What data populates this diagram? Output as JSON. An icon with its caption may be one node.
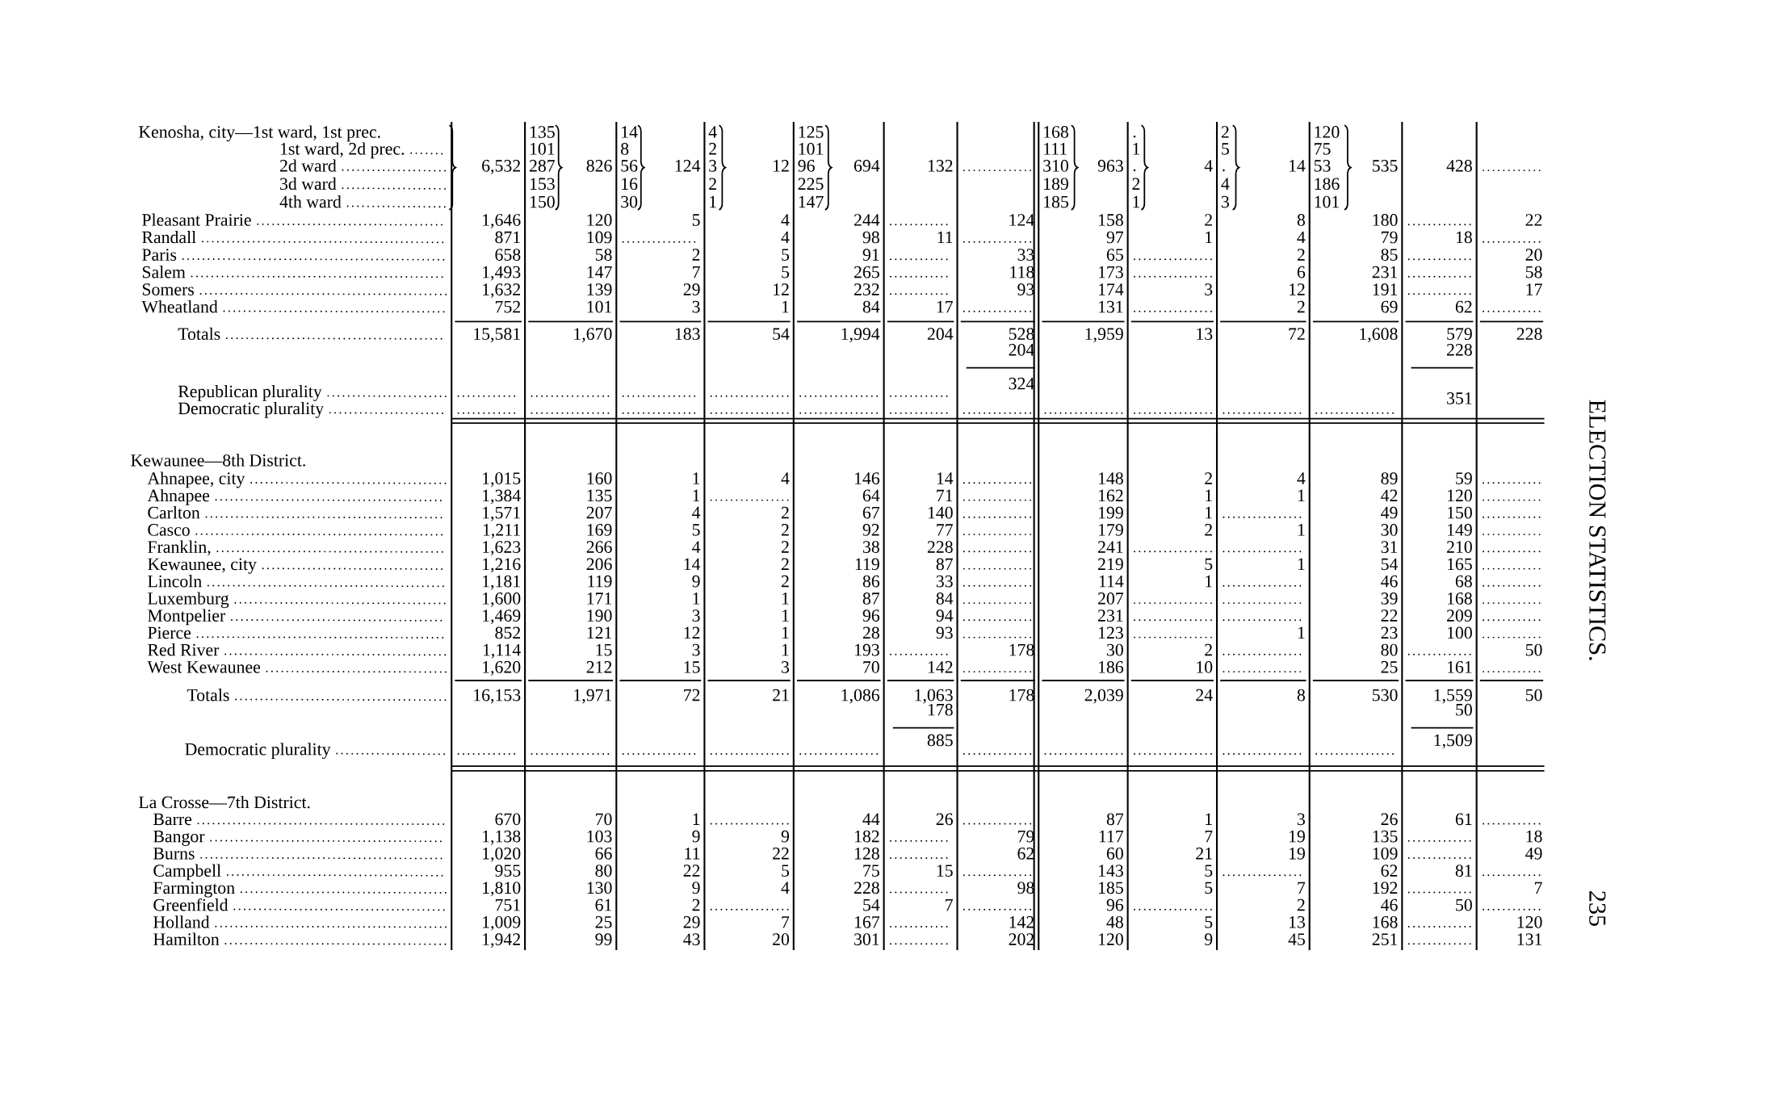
{
  "diagram": {
    "labels": [
      "Kenosha, city—1st ward, 1st prec.",
      "135",
      "14",
      "4",
      "125",
      "168",
      "2",
      "120",
      "1st ward, 2d prec.",
      "101",
      "8",
      "2",
      "101",
      "111",
      "1",
      "5",
      "75",
      "2d ward",
      "6,532",
      "287",
      "826",
      "56",
      "124",
      "3",
      "12",
      "96",
      "694",
      "132",
      "310",
      "963",
      "4",
      "14",
      "53",
      "535",
      "428",
      "3d ward",
      "153",
      "16",
      "2",
      "225",
      "189",
      "2",
      "4",
      "186",
      "4th ward",
      "150",
      "30",
      "1",
      "147",
      "185",
      "1",
      "3",
      "101",
      "Pleasant Prairie",
      "1,646",
      "120",
      "5",
      "4",
      "244",
      "124",
      "158",
      "2",
      "8",
      "180",
      "22",
      "Randall",
      "871",
      "109",
      "4",
      "98",
      "11",
      "97",
      "1",
      "4",
      "79",
      "18",
      "Paris",
      "658",
      "58",
      "2",
      "5",
      "91",
      "33",
      "65",
      "2",
      "85",
      "20",
      "Salem",
      "1,493",
      "147",
      "7",
      "5",
      "265",
      "118",
      "173",
      "6",
      "231",
      "58",
      "Somers",
      "1,632",
      "139",
      "29",
      "12",
      "232",
      "93",
      "174",
      "3",
      "12",
      "191",
      "17",
      "Wheatland",
      "752",
      "101",
      "3",
      "1",
      "84",
      "17",
      "131",
      "2",
      "69",
      "62",
      "Totals",
      "15,581",
      "1,670",
      "183",
      "54",
      "1,994",
      "204",
      "528",
      "1,959",
      "13",
      "72",
      "1,608",
      "579",
      "228",
      "204",
      "228",
      "Republican plurality",
      "324",
      "Democratic plurality",
      "351",
      "Kewaunee—8th District.",
      "Ahnapee, city",
      "1,015",
      "160",
      "1",
      "4",
      "146",
      "14",
      "148",
      "2",
      "4",
      "89",
      "59",
      "Ahnapee",
      "1,384",
      "135",
      "1",
      "64",
      "71",
      "162",
      "1",
      "1",
      "42",
      "120",
      "Carlton",
      "1,571",
      "207",
      "4",
      "2",
      "67",
      "140",
      "199",
      "1",
      "49",
      "150",
      "Casco",
      "1,211",
      "169",
      "5",
      "2",
      "92",
      "77",
      "179",
      "2",
      "1",
      "30",
      "149",
      "Franklin,",
      "1,623",
      "266",
      "4",
      "2",
      "38",
      "228",
      "241",
      "31",
      "210",
      "Kewaunee, city",
      "1,216",
      "206",
      "14",
      "2",
      "119",
      "87",
      "219",
      "5",
      "1",
      "54",
      "165",
      "Lincoln",
      "1,181",
      "119",
      "9",
      "2",
      "86",
      "33",
      "114",
      "1",
      "46",
      "68",
      "Luxemburg",
      "1,600",
      "171",
      "1",
      "1",
      "87",
      "84",
      "207",
      "39",
      "168",
      "Montpelier",
      "1,469",
      "190",
      "3",
      "1",
      "96",
      "94",
      "231",
      "22",
      "209",
      "Pierce",
      "852",
      "121",
      "12",
      "1",
      "28",
      "93",
      "123",
      "1",
      "23",
      "100",
      "Red River",
      "1,114",
      "15",
      "3",
      "1",
      "193",
      "178",
      "30",
      "2",
      "80",
      "50",
      "West Kewaunee",
      "1,620",
      "212",
      "15",
      "3",
      "70",
      "142",
      "186",
      "10",
      "25",
      "161",
      "Totals",
      "16,153",
      "1,971",
      "72",
      "21",
      "1,086",
      "1,063",
      "178",
      "2,039",
      "24",
      "8",
      "530",
      "1,559",
      "50",
      "178",
      "50",
      "Democratic plurality",
      "885",
      "1,509",
      "La Crosse—7th District.",
      "Barre",
      "670",
      "70",
      "1",
      "44",
      "26",
      "87",
      "1",
      "3",
      "26",
      "61",
      "Bangor",
      "1,138",
      "103",
      "9",
      "9",
      "182",
      "79",
      "117",
      "7",
      "19",
      "135",
      "18",
      "Burns",
      "1,020",
      "66",
      "11",
      "22",
      "128",
      "62",
      "60",
      "21",
      "19",
      "109",
      "49",
      "Campbell",
      "955",
      "80",
      "22",
      "5",
      "75",
      "15",
      "143",
      "5",
      "62",
      "81",
      "Farmington",
      "1,810",
      "130",
      "9",
      "4",
      "228",
      "98",
      "185",
      "5",
      "7",
      "192",
      "7",
      "Greenfield",
      "751",
      "61",
      "2",
      "54",
      "7",
      "96",
      "2",
      "46",
      "50",
      "Holland",
      "1,009",
      "25",
      "29",
      "7",
      "167",
      "142",
      "48",
      "5",
      "13",
      "168",
      "120",
      "Hamilton",
      "1,942",
      "99",
      "43",
      "20",
      "301",
      "202",
      "120",
      "9",
      "45",
      "251",
      "131",
      "ELECTION STATISTICS.",
      "235"
    ]
  }
}
